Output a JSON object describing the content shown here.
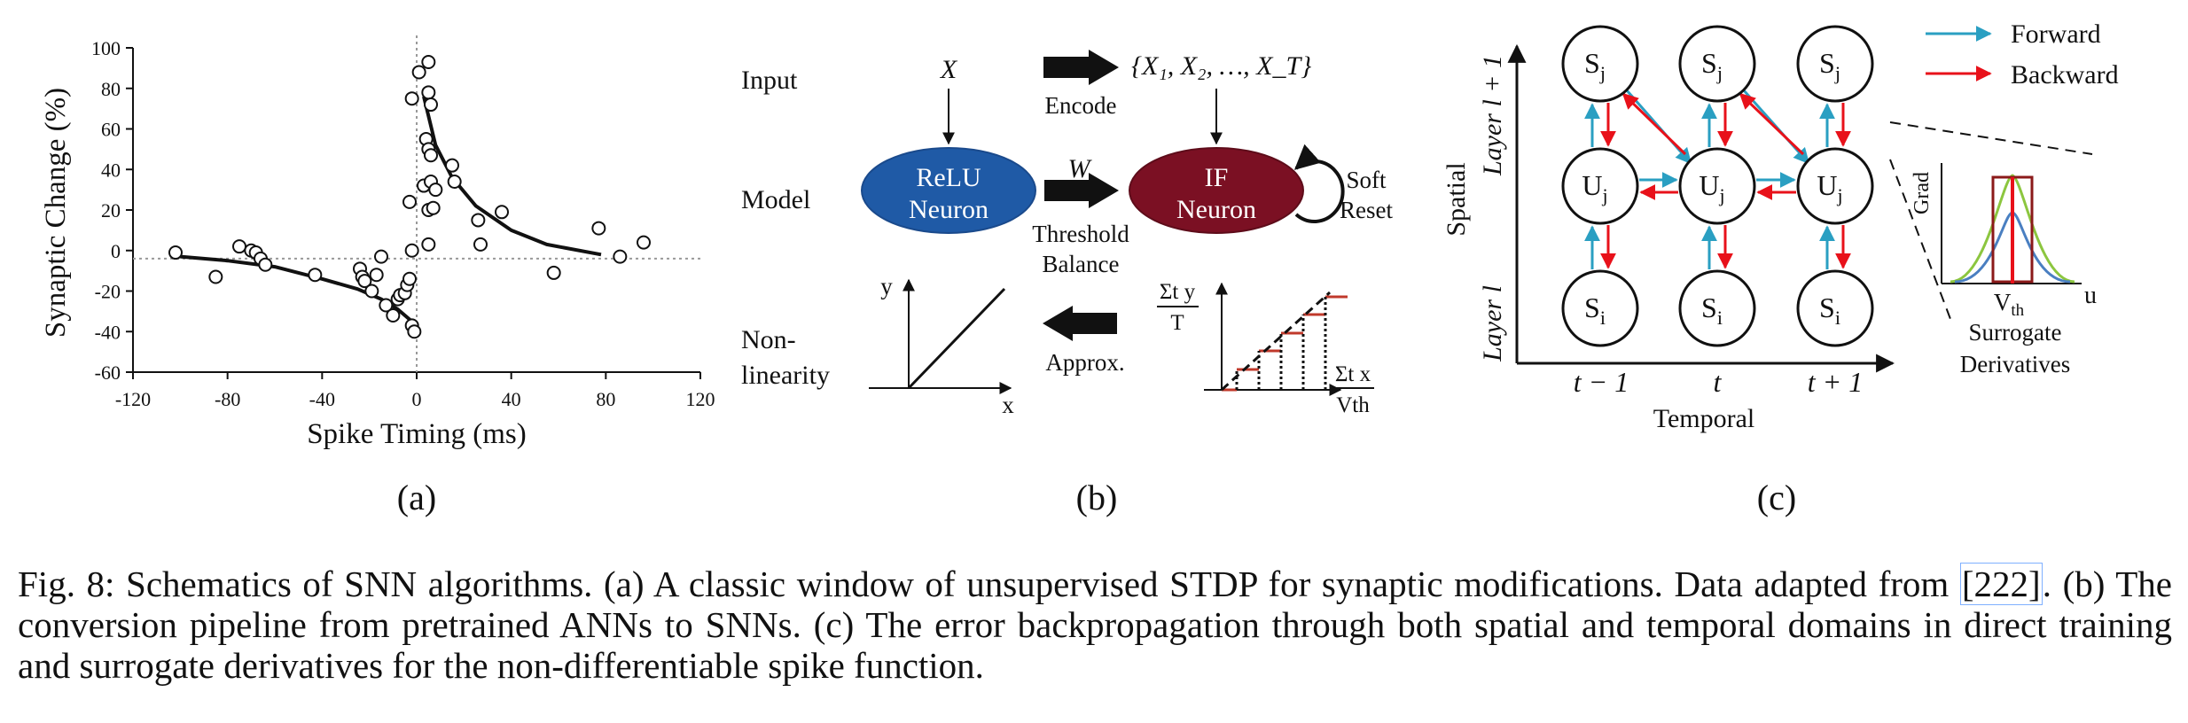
{
  "panel_a": {
    "label": "(a)",
    "chart_data": {
      "type": "scatter",
      "xlabel": "Spike Timing (ms)",
      "ylabel": "Synaptic Change (%)",
      "xlim": [
        -120,
        120
      ],
      "ylim": [
        -60,
        100
      ],
      "xticks": [
        "-120",
        "-80",
        "-40",
        "0",
        "40",
        "80",
        "120"
      ],
      "yticks": [
        "100",
        "80",
        "60",
        "40",
        "20",
        "0",
        "-20",
        "-40",
        "-60"
      ],
      "grid": false,
      "reference_lines": {
        "x": 0,
        "y": -4
      },
      "points": [
        [
          -102,
          -1
        ],
        [
          -85,
          -13
        ],
        [
          -75,
          2
        ],
        [
          -70,
          0
        ],
        [
          -68,
          -1
        ],
        [
          -66,
          -4
        ],
        [
          -64,
          -7
        ],
        [
          -43,
          -12
        ],
        [
          -24,
          -9
        ],
        [
          -23,
          -13
        ],
        [
          -22,
          -15
        ],
        [
          -19,
          -20
        ],
        [
          -17,
          -12
        ],
        [
          -15,
          -3
        ],
        [
          -13,
          -27
        ],
        [
          -10,
          -32
        ],
        [
          -8,
          -24
        ],
        [
          -7,
          -22
        ],
        [
          -5,
          -21
        ],
        [
          -4,
          -17
        ],
        [
          -3,
          -14
        ],
        [
          -2,
          -37
        ],
        [
          -1,
          -40
        ],
        [
          -2,
          0
        ],
        [
          -3,
          24
        ],
        [
          -2,
          75
        ],
        [
          1,
          88
        ],
        [
          5,
          93
        ],
        [
          5,
          78
        ],
        [
          6,
          72
        ],
        [
          4,
          55
        ],
        [
          5,
          50
        ],
        [
          6,
          47
        ],
        [
          3,
          32
        ],
        [
          6,
          34
        ],
        [
          5,
          20
        ],
        [
          7,
          21
        ],
        [
          8,
          30
        ],
        [
          5,
          3
        ],
        [
          15,
          42
        ],
        [
          16,
          34
        ],
        [
          26,
          15
        ],
        [
          27,
          3
        ],
        [
          36,
          19
        ],
        [
          58,
          -11
        ],
        [
          77,
          11
        ],
        [
          86,
          -3
        ],
        [
          96,
          4
        ]
      ],
      "fit_curves": [
        {
          "x": [
            -100,
            -80,
            -60,
            -40,
            -25,
            -15,
            -8,
            -3,
            -1
          ],
          "y": [
            -3,
            -5,
            -8,
            -14,
            -19,
            -24,
            -29,
            -34,
            -38
          ]
        },
        {
          "x": [
            3,
            8,
            15,
            25,
            40,
            55,
            78
          ],
          "y": [
            76,
            52,
            36,
            22,
            10,
            3,
            -2
          ]
        }
      ]
    }
  },
  "panel_b": {
    "label": "(b)",
    "row_input": "Input",
    "row_model": "Model",
    "row_nonlin_1": "Non-",
    "row_nonlin_2": "linearity",
    "x_symbol": "X",
    "encode": "Encode",
    "encoded_set": "{X₁, X₂, …, X_T}",
    "relu_1": "ReLU",
    "relu_2": "Neuron",
    "w_symbol": "W",
    "if_1": "IF",
    "if_2": "Neuron",
    "soft": "Soft",
    "reset": "Reset",
    "threshold": "Threshold",
    "balance": "Balance",
    "approx": "Approx.",
    "relu_y": "y",
    "relu_x": "x",
    "stair_y_num": "Σt y",
    "stair_y_den": "T",
    "stair_x_num": "Σt x",
    "stair_x_den": "Vth",
    "relu_blue": "#1f5aa6",
    "if_red": "#7b1023"
  },
  "panel_c": {
    "label": "(c)",
    "legend_forward": "Forward",
    "legend_backward": "Backward",
    "forward_color": "#2a9fc2",
    "backward_color": "#e8111a",
    "axis_spatial": "Spatial",
    "layer_top": "Layer l + 1",
    "layer_bottom": "Layer l",
    "axis_temporal": "Temporal",
    "t_minus": "t − 1",
    "t": "t",
    "t_plus": "t + 1",
    "node_s_top": "S",
    "node_s_top_sub": "j",
    "node_u": "U",
    "node_u_sub": "j",
    "node_s_bottom": "S",
    "node_s_bottom_sub": "i",
    "grad": "Grad",
    "u": "u",
    "vth": "V",
    "vth_sub": "th",
    "surrogate": "Surrogate",
    "derivatives": "Derivatives"
  },
  "caption": {
    "text_1": "Fig. 8: Schematics of SNN algorithms. (a) A classic window of unsupervised STDP for synaptic modifications. Data adapted from ",
    "ref": "[222]",
    "text_2": ". (b) The conversion pipeline from pretrained ANNs to SNNs. (c) The error backpropagation through both spatial and temporal domains in direct training and surrogate derivatives for the non-differentiable spike function."
  }
}
